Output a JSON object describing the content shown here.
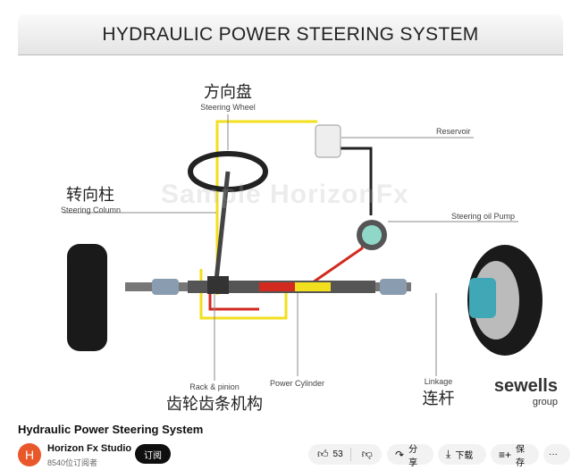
{
  "video": {
    "slide_title": "HYDRAULIC POWER STEERING SYSTEM",
    "watermark": "Sample HorizonFx",
    "labels": {
      "steering_wheel_zh": "方向盘",
      "steering_wheel_en": "Steering Wheel",
      "steering_column_zh": "转向柱",
      "steering_column_en": "Steering Column",
      "reservoir_en": "Reservoir",
      "pump_en": "Steering oil Pump",
      "rack_en": "Rack & pinion",
      "rack_zh": "齿轮齿条机构",
      "cylinder_en": "Power Cylinder",
      "linkage_en": "Linkage",
      "linkage_zh": "连杆"
    },
    "logo": {
      "name": "sewells",
      "sub": "group"
    }
  },
  "info": {
    "title": "Hydraulic Power Steering System",
    "channel": {
      "avatar_letter": "H",
      "name": "Horizon Fx Studio",
      "subscribers": "8540位订阅者"
    },
    "subscribe_label": "订阅",
    "actions": {
      "likes": "53",
      "share": "分享",
      "download": "下载",
      "save": "保存",
      "more": "···"
    }
  },
  "colors": {
    "accent": "#e9582a",
    "fluid_yellow": "#f2df1e",
    "fluid_red": "#d22a1f"
  }
}
